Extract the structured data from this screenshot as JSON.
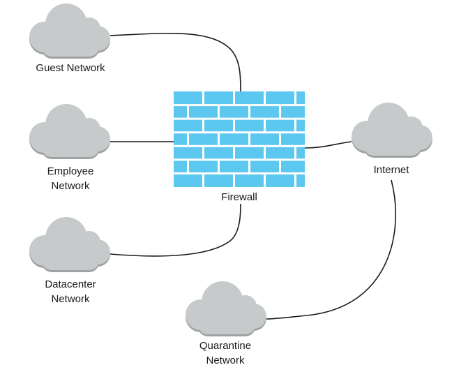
{
  "nodes": {
    "guest": {
      "label_lines": [
        "Guest Network"
      ],
      "icon": "cloud-icon"
    },
    "employee": {
      "label_lines": [
        "Employee",
        "Network"
      ],
      "icon": "cloud-icon"
    },
    "datacenter": {
      "label_lines": [
        "Datacenter",
        "Network"
      ],
      "icon": "cloud-icon"
    },
    "internet": {
      "label_lines": [
        "Internet"
      ],
      "icon": "cloud-icon"
    },
    "quarantine": {
      "label_lines": [
        "Quarantine",
        "Network"
      ],
      "icon": "cloud-icon"
    },
    "firewall": {
      "label_lines": [
        "Firewall"
      ],
      "icon": "brick-wall-icon"
    }
  },
  "edges": [
    {
      "from": "guest",
      "to": "firewall"
    },
    {
      "from": "employee",
      "to": "firewall"
    },
    {
      "from": "datacenter",
      "to": "firewall"
    },
    {
      "from": "firewall",
      "to": "internet"
    },
    {
      "from": "internet",
      "to": "quarantine"
    }
  ],
  "colors": {
    "cloud_fill": "#c7cacb",
    "cloud_shadow": "#9fa2a3",
    "brick_fill": "#5cc7ef",
    "mortar": "#ffffff",
    "line": "#1a1a1a",
    "text": "#1a1a1a"
  }
}
